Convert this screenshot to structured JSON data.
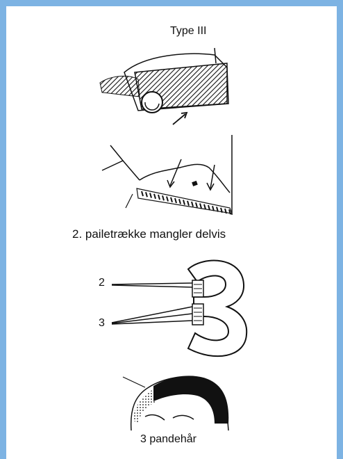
{
  "title": "Type III",
  "panel2": {
    "caption": "2. pailetrække mangler delvis"
  },
  "panel3": {
    "label_top": "2",
    "label_bottom": "3"
  },
  "panel4": {
    "caption": "3 pandehår"
  },
  "colors": {
    "frame": "#7db3e3",
    "ink": "#111111",
    "paper": "#ffffff"
  }
}
